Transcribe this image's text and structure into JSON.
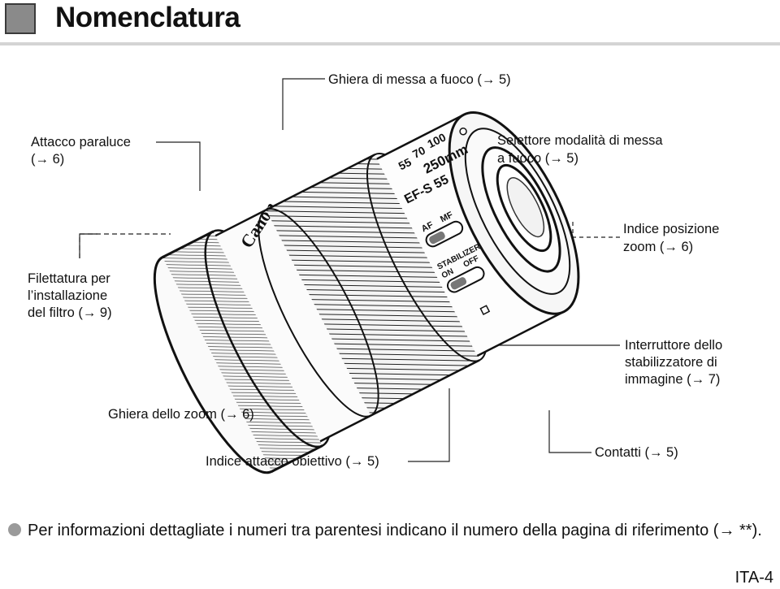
{
  "page": {
    "title": "Nomenclatura",
    "page_number": "ITA-4"
  },
  "labels": {
    "focus_ring": "Ghiera di messa a fuoco (→ 5)",
    "hood_mount_1": "Attacco paraluce",
    "hood_mount_2": "(→ 6)",
    "focus_mode_1": "Selettore modalità di messa",
    "focus_mode_2": "a fuoco (→ 5)",
    "zoom_index_1": "Indice posizione",
    "zoom_index_2": "zoom (→ 6)",
    "filter_thread_1": "Filettatura per",
    "filter_thread_2": "l’installazione",
    "filter_thread_3": "del filtro (→ 9)",
    "stabilizer_1": "Interruttore dello",
    "stabilizer_2": "stabilizzatore di",
    "stabilizer_3": "immagine (→ 7)",
    "zoom_ring": "Ghiera dello zoom (→ 6)",
    "mount_index": "Indice attacco obiettivo (→ 5)",
    "contacts": "Contatti (→ 5)"
  },
  "lens_markings": {
    "brand": "Canon",
    "focal_55": "55",
    "focal_70": "70",
    "focal_100": "100",
    "focal_250": "250mm",
    "efs": "EF-S 55",
    "af": "AF",
    "mf": "MF",
    "stabilizer": "STABILIZER",
    "on": "ON",
    "off": "OFF"
  },
  "note": {
    "text": "Per informazioni dettagliate i numeri tra parentesi indicano il numero della pagina di riferimento (→ **)."
  }
}
